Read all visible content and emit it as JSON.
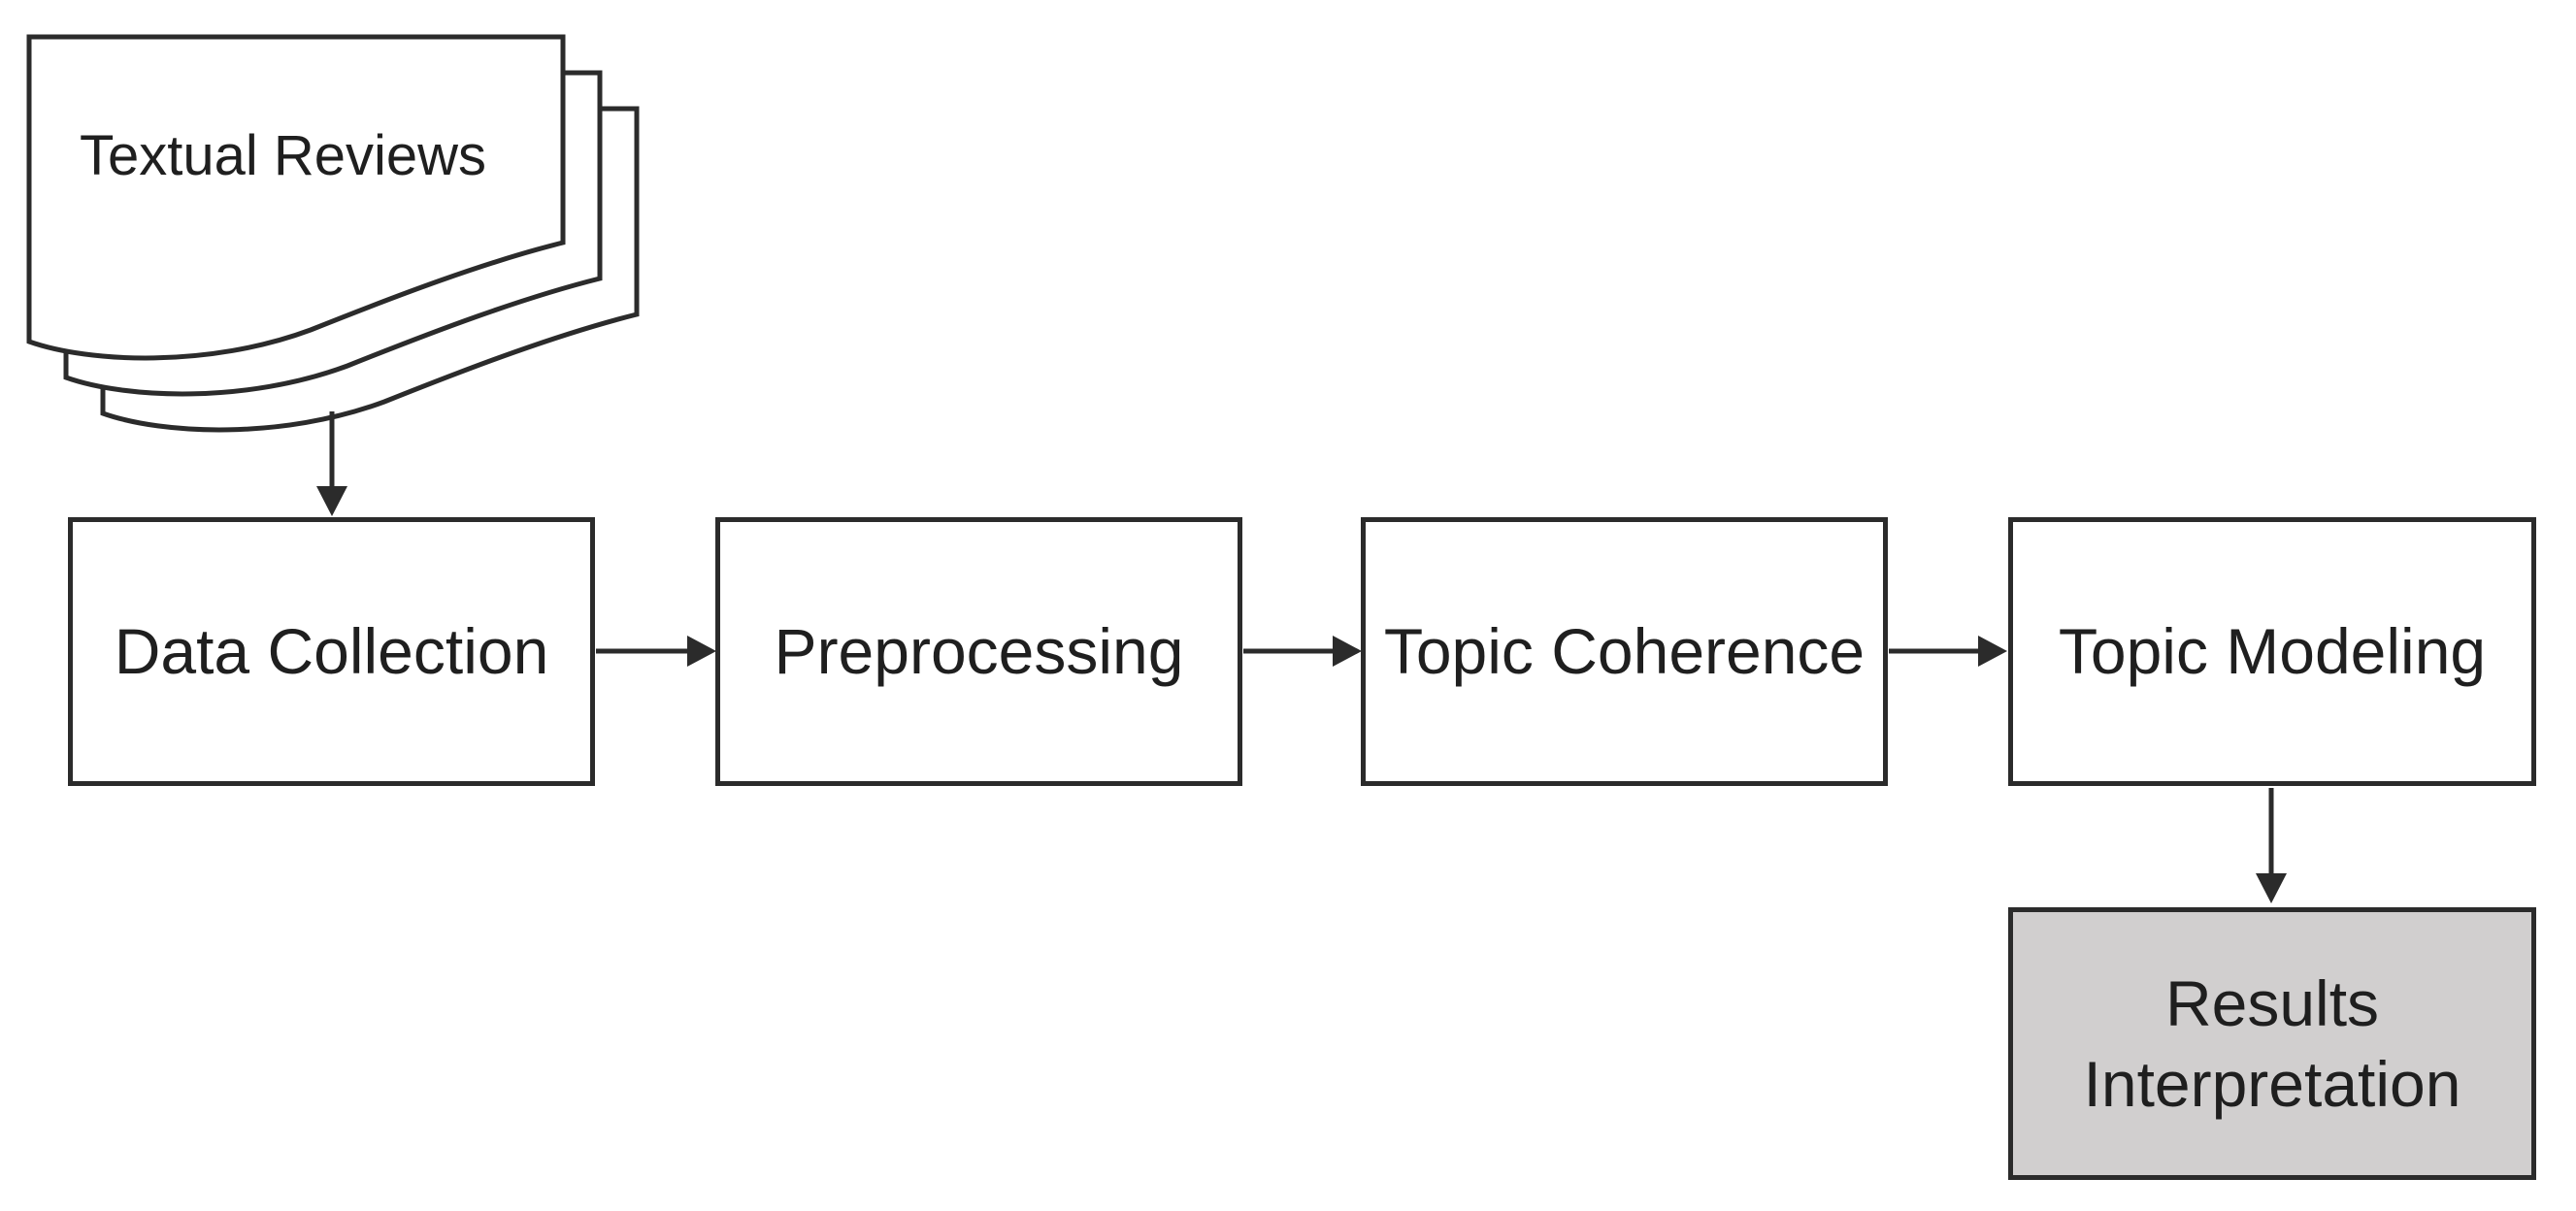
{
  "figure": {
    "type": "flowchart",
    "background_color": "#ffffff",
    "stroke_color": "#2b2b2b",
    "text_color": "#1f1f1f",
    "source_document": {
      "id": "textual-reviews",
      "label": "Textual Reviews"
    },
    "steps": [
      {
        "id": "data-collection",
        "label": "Data Collection",
        "fill": "#ffffff"
      },
      {
        "id": "preprocessing",
        "label": "Preprocessing",
        "fill": "#ffffff"
      },
      {
        "id": "topic-coherence",
        "label": "Topic Coherence",
        "fill": "#ffffff"
      },
      {
        "id": "topic-modeling",
        "label": "Topic Modeling",
        "fill": "#ffffff"
      },
      {
        "id": "results-interpretation",
        "label": "Results Interpretation",
        "fill": "#d1cfcf"
      }
    ],
    "edges": [
      {
        "from": "textual-reviews",
        "to": "data-collection",
        "direction": "down"
      },
      {
        "from": "data-collection",
        "to": "preprocessing",
        "direction": "right"
      },
      {
        "from": "preprocessing",
        "to": "topic-coherence",
        "direction": "right"
      },
      {
        "from": "topic-coherence",
        "to": "topic-modeling",
        "direction": "right"
      },
      {
        "from": "topic-modeling",
        "to": "results-interpretation",
        "direction": "down"
      }
    ]
  }
}
